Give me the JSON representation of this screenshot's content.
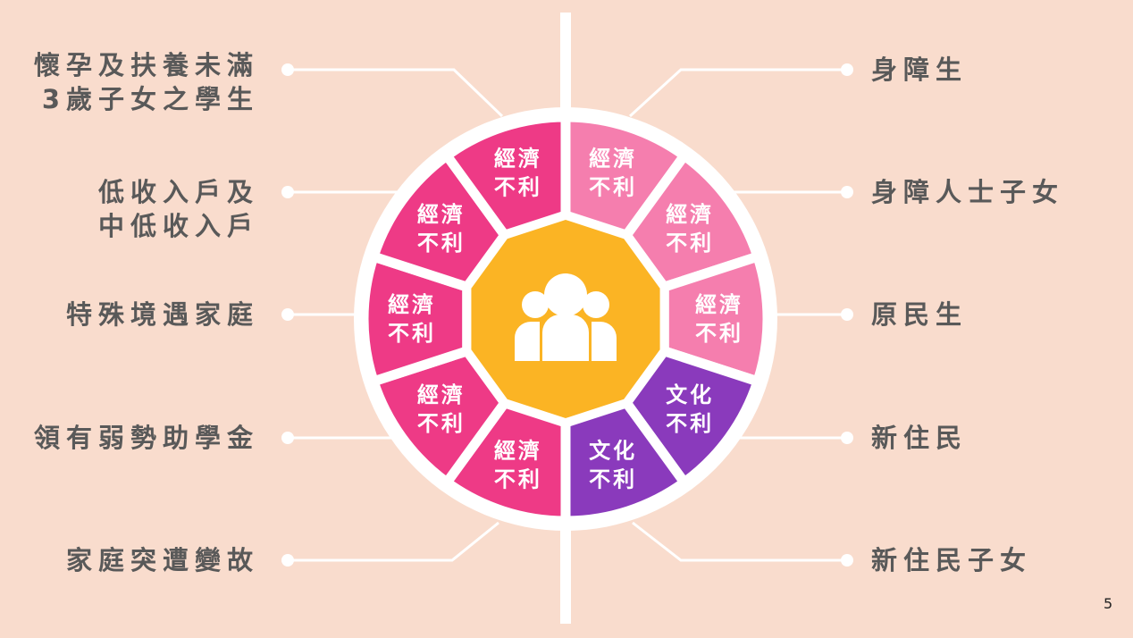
{
  "colors": {
    "background": "#F9DCCD",
    "light_pink": "#F57EAE",
    "hot_pink": "#EE3A86",
    "purple": "#8A3ABC",
    "center": "#FBB424",
    "text": "#595959"
  },
  "center_icon": "people-group-icon",
  "segments": [
    {
      "line1": "經濟",
      "line2": "不利",
      "color": "#F57EAE"
    },
    {
      "line1": "經濟",
      "line2": "不利",
      "color": "#F57EAE"
    },
    {
      "line1": "經濟",
      "line2": "不利",
      "color": "#F57EAE"
    },
    {
      "line1": "文化",
      "line2": "不利",
      "color": "#8A3ABC"
    },
    {
      "line1": "文化",
      "line2": "不利",
      "color": "#8A3ABC"
    },
    {
      "line1": "經濟",
      "line2": "不利",
      "color": "#EE3A86"
    },
    {
      "line1": "經濟",
      "line2": "不利",
      "color": "#EE3A86"
    },
    {
      "line1": "經濟",
      "line2": "不利",
      "color": "#EE3A86"
    },
    {
      "line1": "經濟",
      "line2": "不利",
      "color": "#EE3A86"
    },
    {
      "line1": "經濟",
      "line2": "不利",
      "color": "#EE3A86"
    }
  ],
  "right_labels": [
    "身障生",
    "身障人士子女",
    "原民生",
    "新住民",
    "新住民子女"
  ],
  "left_labels": [
    {
      "line1": "懷孕及扶養未滿",
      "line2": "3歲子女之學生"
    },
    {
      "line1": "低收入戶及",
      "line2": "中低收入戶"
    },
    {
      "line1": "特殊境遇家庭",
      "line2": ""
    },
    {
      "line1": "領有弱勢助學金",
      "line2": ""
    },
    {
      "line1": "家庭突遭變故",
      "line2": ""
    }
  ],
  "page_number": "5"
}
